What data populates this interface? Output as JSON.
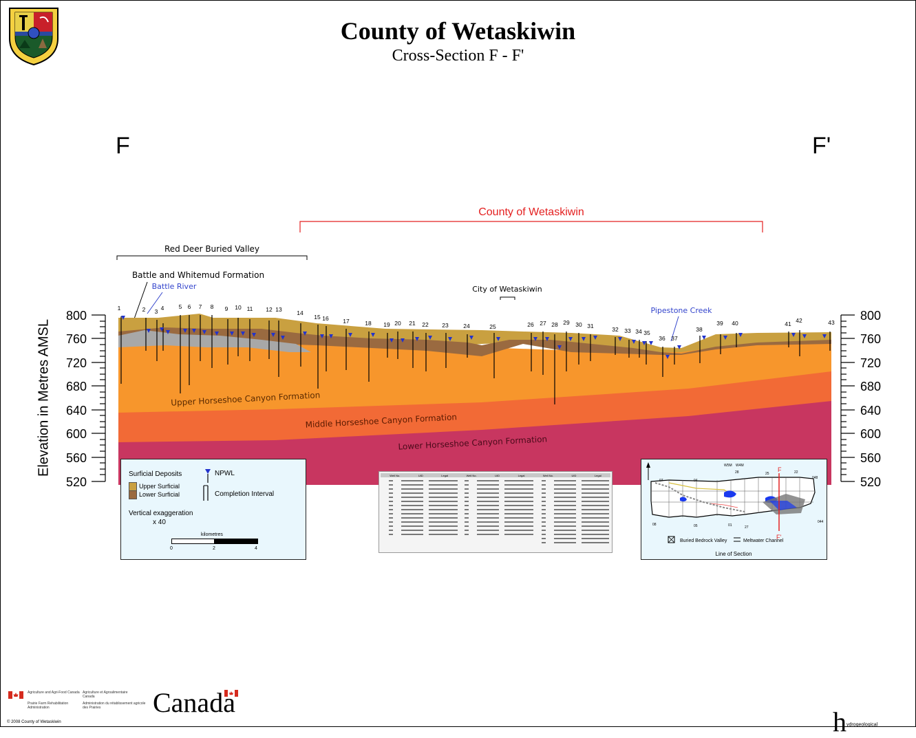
{
  "header": {
    "title": "County of Wetaskiwin",
    "subtitle": "Cross-Section F - F'"
  },
  "section": {
    "start_label": "F",
    "end_label": "F'",
    "county_label": "County of Wetaskiwin",
    "red_deer_label": "Red Deer Buried Valley",
    "battle_whitemud_label": "Battle and Whitemud Formation",
    "battle_river_label": "Battle River",
    "city_label": "City of Wetaskiwin",
    "pipestone_label": "Pipestone Creek",
    "upper_formation": "Upper Horseshoe Canyon Formation",
    "middle_formation": "Middle Horseshoe Canyon Formation",
    "lower_formation": "Lower Horseshoe Canyon Formation",
    "y_axis_label": "Elevation in Metres AMSL",
    "y_ticks": [
      800,
      760,
      720,
      680,
      640,
      600,
      560,
      520
    ],
    "y_range": [
      520,
      800
    ],
    "well_numbers": [
      "1",
      "2",
      "3",
      "4",
      "5",
      "6",
      "7",
      "8",
      "9",
      "10",
      "11",
      "12",
      "13",
      "14",
      "15",
      "16",
      "17",
      "18",
      "19",
      "20",
      "21",
      "22",
      "23",
      "24",
      "25",
      "26",
      "27",
      "28",
      "29",
      "30",
      "31",
      "32",
      "33",
      "34",
      "35",
      "36",
      "37",
      "38",
      "39",
      "40",
      "41",
      "42",
      "43"
    ]
  },
  "legend": {
    "surficial_title": "Surficial Deposits",
    "upper_surficial": "Upper Surficial",
    "lower_surficial": "Lower Surficial",
    "npwl": "NPWL",
    "completion": "Completion Interval",
    "vexag": "Vertical exaggeration",
    "vexag_value": "x 40",
    "scale_title": "kilometres",
    "scale_ticks": [
      "0",
      "2",
      "4"
    ]
  },
  "well_table": {
    "headers": [
      "Well No.",
      "UID",
      "Legal",
      "Well No.",
      "UID",
      "Legal",
      "Well No.",
      "UID",
      "Legal"
    ]
  },
  "location_map": {
    "title": "Line of Section",
    "buried_valley": "Buried Bedrock Valley",
    "meltwater": "Meltwater Channel",
    "start": "F",
    "end": "F'",
    "meridians": [
      "W5M",
      "W4M"
    ],
    "townships": [
      "07",
      "04",
      "28",
      "25",
      "22",
      "048",
      "08",
      "05",
      "01",
      "27",
      "044"
    ]
  },
  "footer": {
    "agency_en": "Agriculture and Agri-Food Canada",
    "agency_fr": "Agriculture et Agroalimentaire Canada",
    "pfra_en": "Prairie Farm Rehabilitation Administration",
    "pfra_fr": "Administration du rétablissement agricole des Prairies",
    "canada": "Canada",
    "copyright": "© 2008 County of Wetaskiwin",
    "hydro_letter": "h",
    "hydro_word": "ydrogeological"
  },
  "colors": {
    "upper_surficial": "#c9a040",
    "lower_surficial": "#9a6a40",
    "gray_channel": "#a8a8a8",
    "upper_hsc": "#f7962c",
    "middle_hsc": "#f26a36",
    "lower_hsc": "#c83660",
    "county_bracket": "#e42020",
    "river_text": "#3344cc"
  }
}
